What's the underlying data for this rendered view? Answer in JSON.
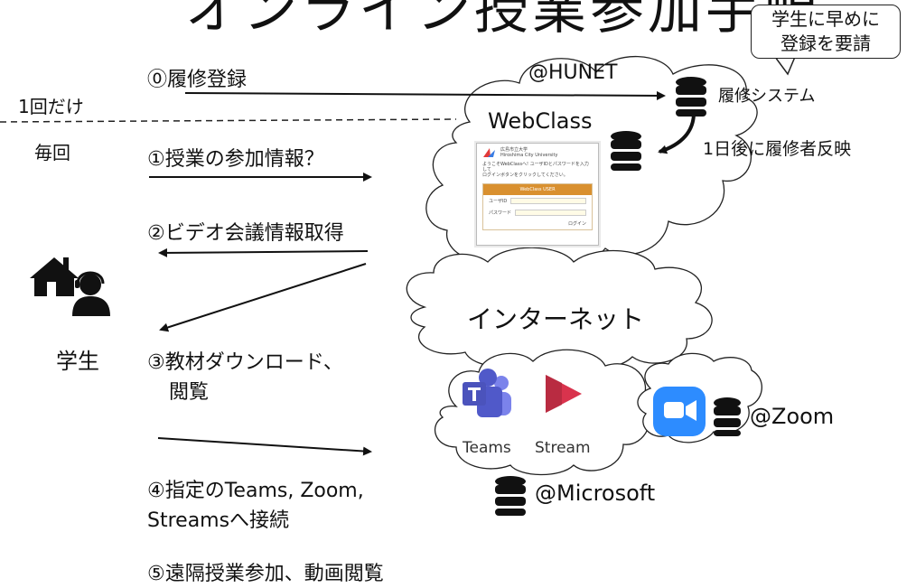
{
  "title": "オンライン授業参加手順",
  "note_bubble": {
    "line1": "学生に早めに",
    "line2": "登録を要請"
  },
  "once_label": "1回だけ",
  "every_label": "毎回",
  "student_label": "学生",
  "steps": {
    "s0": "⓪履修登録",
    "s1": "①授業の参加情報？",
    "s2": "②ビデオ会議情報取得",
    "s3a": "③教材ダウンロード、",
    "s3b": "閲覧",
    "s4a": "④指定のTeams, Zoom,",
    "s4b": "Streamsへ接続",
    "s5": "⑤遠隔授業参加、動画閲覧"
  },
  "hunet_label": "@HUNET",
  "rishu_system": "履修システム",
  "reflect_label": "1日後に履修者反映",
  "webclass_label": "WebClass",
  "internet_label": "インターネット",
  "teams_label": "Teams",
  "stream_label": "Stream",
  "zoom_label": "@Zoom",
  "microsoft_label": "@Microsoft",
  "login_card": {
    "uni_jp": "広島市立大学",
    "uni_en": "Hiroshima City University",
    "msg1": "ようこそWebClassへ! ユーザIDとパスワードを入力して",
    "msg2": "ログインボタンをクリックしてください。",
    "header": "WebClass USER",
    "user_label": "ユーザID",
    "pass_label": "パスワード",
    "login_btn": "ログイン"
  },
  "colors": {
    "teams": "#5059c9",
    "stream": "#d9334d",
    "zoom": "#2d8cff",
    "arrow": "#111111"
  }
}
